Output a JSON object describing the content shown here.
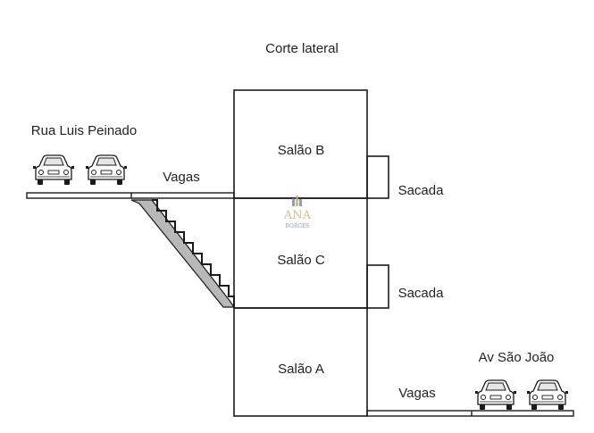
{
  "title": "Corte lateral",
  "street_top": "Rua Luis Peinado",
  "street_bottom": "Av São João",
  "parking_top": "Vagas",
  "parking_bottom": "Vagas",
  "rooms": {
    "b": "Salão B",
    "c": "Salão C",
    "a": "Salão A"
  },
  "balconies": {
    "upper": "Sacada",
    "lower": "Sacada"
  },
  "watermark": {
    "line1": "ANA",
    "line2": "BORGES"
  },
  "colors": {
    "line": "#1a1a1a",
    "stair_fill": "#b8b8b8",
    "watermark": "#c9a96e"
  }
}
